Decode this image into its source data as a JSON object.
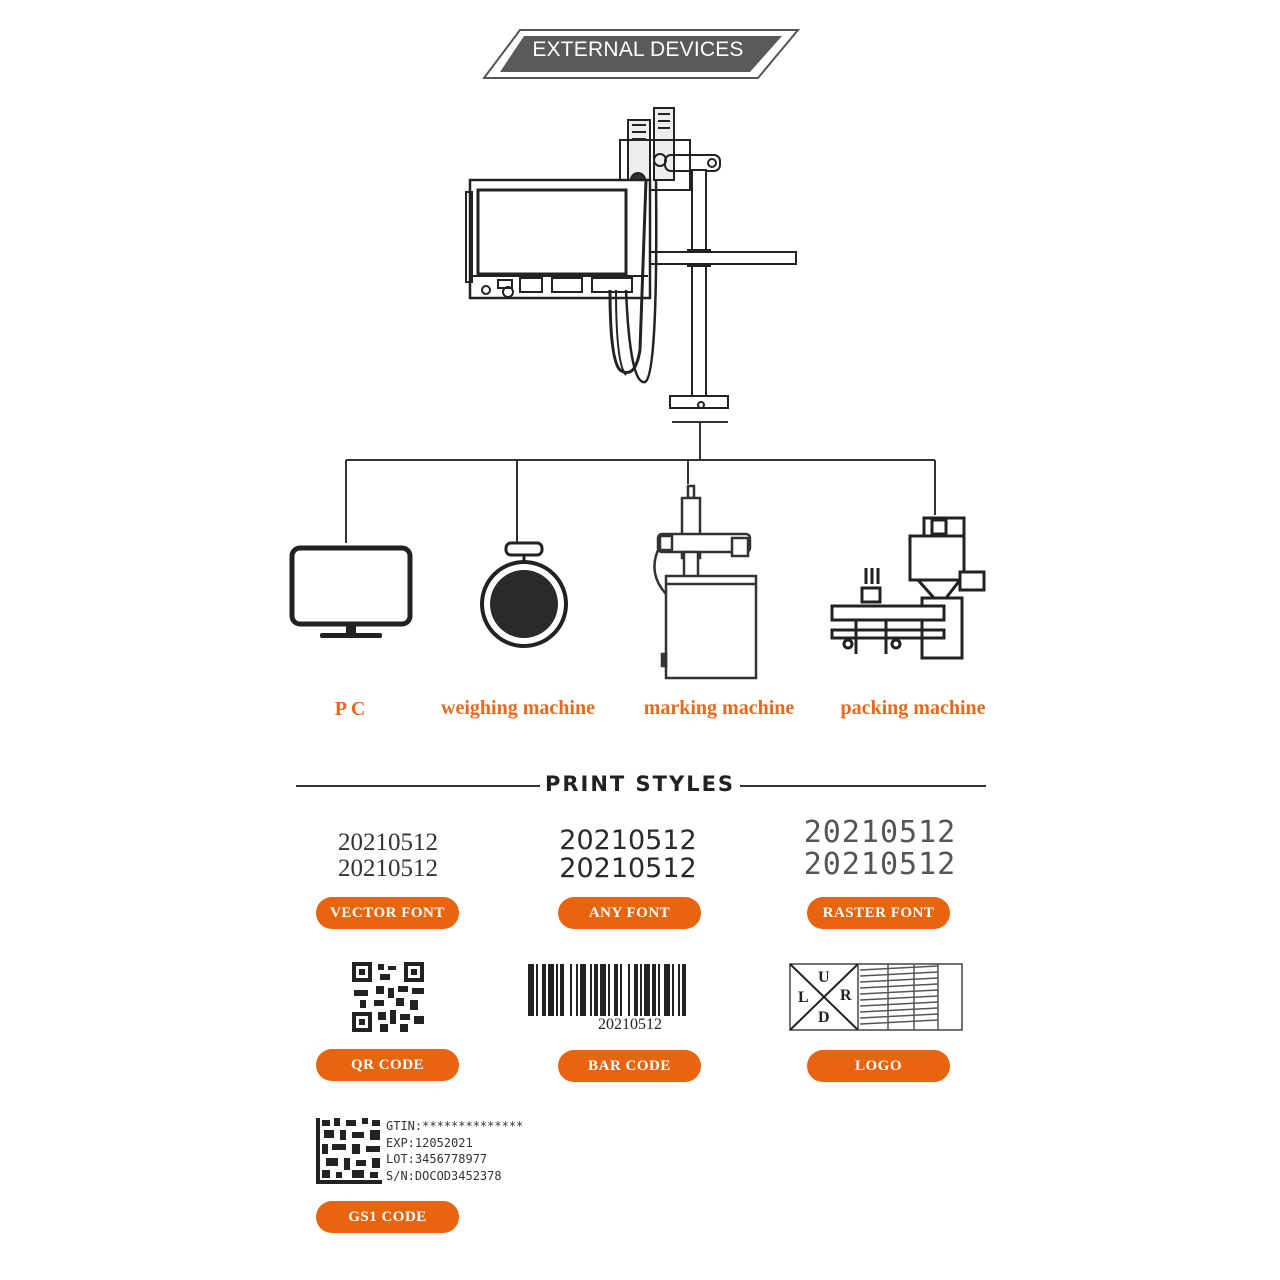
{
  "header": {
    "title": "EXTERNAL DEVICES"
  },
  "devices": [
    {
      "label": "P C",
      "icon": "monitor-icon"
    },
    {
      "label": "weighing machine",
      "icon": "scale-icon"
    },
    {
      "label": "marking machine",
      "icon": "marking-machine-icon"
    },
    {
      "label": "packing machine",
      "icon": "packing-machine-icon"
    }
  ],
  "print_styles": {
    "title": "PRINT STYLES",
    "vector": {
      "line1": "20210512",
      "line2": "20210512",
      "label": "VECTOR FONT"
    },
    "any": {
      "line1": "20210512",
      "line2": "20210512",
      "label": "ANY  FONT"
    },
    "raster": {
      "line1": "20210512",
      "line2": "20210512",
      "label": "RASTER FONT"
    },
    "qr": {
      "label": "QR  CODE"
    },
    "bar": {
      "number": "20210512",
      "label": "BAR  CODE"
    },
    "logo": {
      "letters": [
        "U",
        "L",
        "R",
        "D"
      ],
      "label": "LOGO"
    },
    "gs1": {
      "lines": [
        "GTIN:**************",
        "EXP:12052021",
        "LOT:3456778977",
        "S/N:DOCOD3452378"
      ],
      "label": "GS1  CODE"
    }
  },
  "colors": {
    "accent": "#e8640e",
    "banner": "#555555",
    "line": "#333333"
  }
}
